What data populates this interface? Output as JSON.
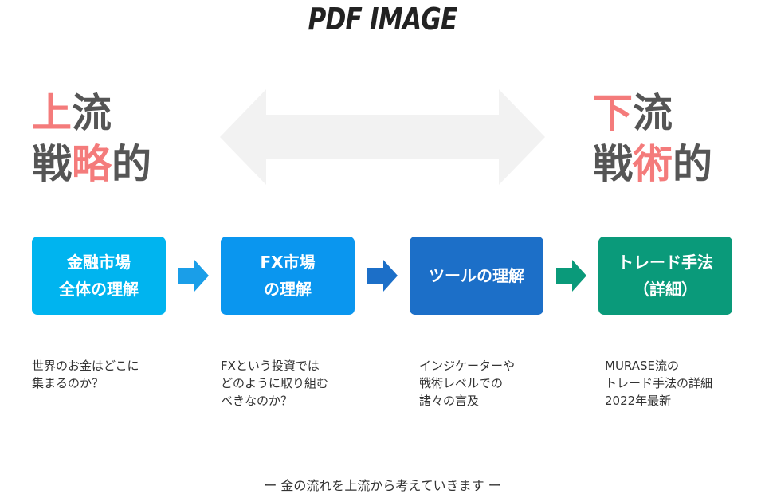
{
  "header": {
    "title": "PDF IMAGE"
  },
  "left_heading": {
    "line1_hl": "上",
    "line1_rest": "流",
    "line2_a": "戦",
    "line2_hl": "略",
    "line2_b": "的"
  },
  "right_heading": {
    "line1_hl": "下",
    "line1_rest": "流",
    "line2_a": "戦",
    "line2_hl": "術",
    "line2_b": "的"
  },
  "colors": {
    "highlight": "#f47b7b",
    "heading": "#555555",
    "double_arrow": "#f2f2f2",
    "box1": "#00b4ef",
    "box2": "#0a96ef",
    "box3": "#1c6fc8",
    "box4": "#0a9a7a",
    "arrow1": "#1a9ee8",
    "arrow2": "#1c6fc8",
    "arrow3": "#0a9a7a"
  },
  "steps": [
    {
      "line1": "金融市場",
      "line2": "全体の理解",
      "desc": [
        "世界のお金はどこに",
        "集まるのか？"
      ]
    },
    {
      "line1": "FX市場",
      "line2": "の理解",
      "desc": [
        "FXという投資では",
        "どのように取り組む",
        "べきなのか？"
      ]
    },
    {
      "line1": "ツールの理解",
      "line2": "",
      "desc": [
        "インジケーターや",
        "戦術レベルでの",
        "諸々の言及"
      ]
    },
    {
      "line1": "トレード手法",
      "line2": "（詳細）",
      "desc": [
        "MURASE流の",
        "トレード手法の詳細",
        "2022年最新"
      ]
    }
  ],
  "footer": {
    "text": "ー 金の流れを上流から考えていきます ー"
  }
}
